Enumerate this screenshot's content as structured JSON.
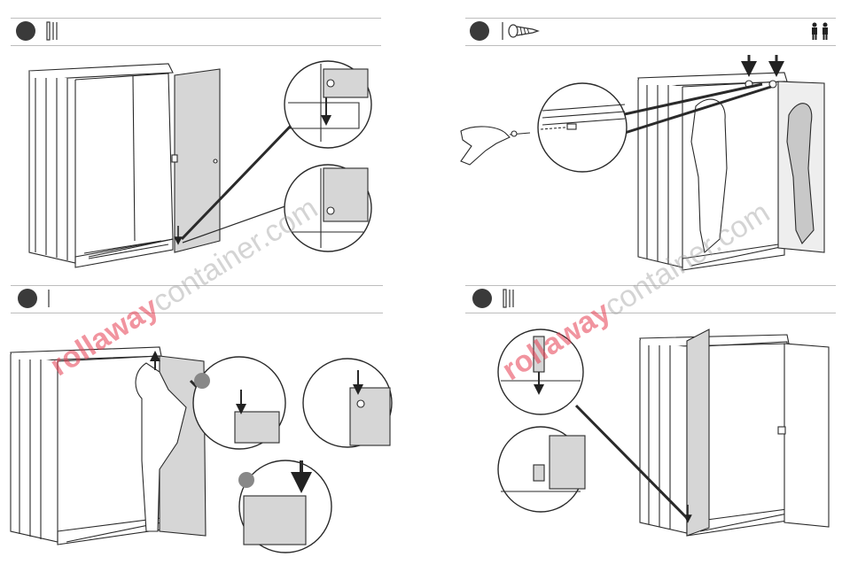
{
  "document": {
    "steps": [
      {
        "number": "",
        "icons": [
          "panel-icon"
        ]
      },
      {
        "number": "",
        "icons": [
          "screw-icon",
          "two-person-icon"
        ]
      },
      {
        "number": "",
        "icons": []
      },
      {
        "number": "",
        "icons": [
          "panel-icon"
        ]
      }
    ],
    "watermarks": [
      {
        "brand": "rollaway",
        "suffix": "container.com"
      },
      {
        "brand": "rollaway",
        "suffix": "container.com"
      }
    ]
  },
  "colors": {
    "rule": "#bdbdbd",
    "step_badge": "#3a3a3a",
    "door_fill": "#d6d6d6",
    "line": "#2a2a2a",
    "watermark_brand": "#e63c50"
  }
}
